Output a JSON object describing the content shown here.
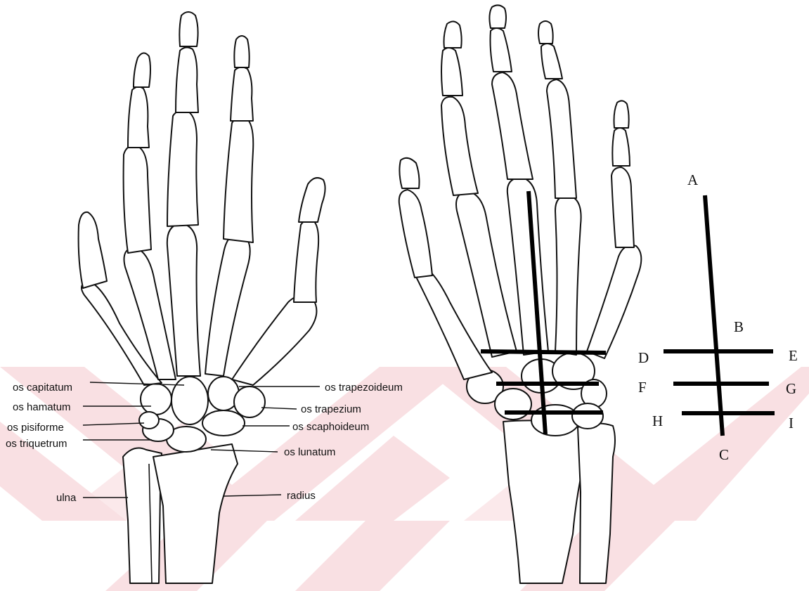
{
  "watermark_color": "#f6d6d9",
  "left_labels": {
    "os_capitatum": "os capitatum",
    "os_hamatum": "os hamatum",
    "os_pisiforme": "os pisiforme",
    "os_triquetrum": "os triquetrum",
    "ulna": "ulna"
  },
  "right_labels": {
    "os_trapezoideum": "os trapezoideum",
    "os_trapezium": "os trapezium",
    "os_scaphoideum": "os scaphoideum",
    "os_lunatum": "os lunatum",
    "radius": "radius"
  },
  "axis_letters": {
    "A": "A",
    "B": "B",
    "C": "C",
    "D": "D",
    "E": "E",
    "F": "F",
    "G": "G",
    "H": "H",
    "I": "I"
  }
}
